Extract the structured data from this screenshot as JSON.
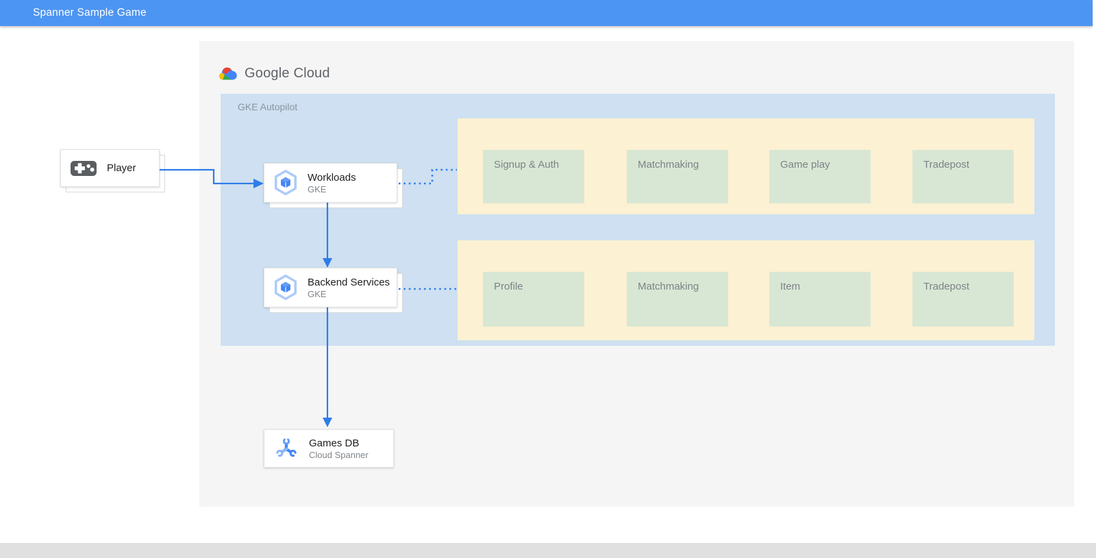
{
  "header": {
    "title": "Spanner Sample Game"
  },
  "logo": {
    "text": "Google Cloud"
  },
  "zone": {
    "label": "GKE Autopilot"
  },
  "nodes": {
    "player": {
      "title": "Player"
    },
    "workloads": {
      "title": "Workloads",
      "subtitle": "GKE"
    },
    "backend_services": {
      "title": "Backend Services",
      "subtitle": "GKE"
    },
    "games_db": {
      "title": "Games DB",
      "subtitle": "Cloud Spanner"
    }
  },
  "service_groups": {
    "workloads_row": {
      "items": [
        "Signup & Auth",
        "Matchmaking",
        "Game play",
        "Tradepost"
      ]
    },
    "backend_row": {
      "items": [
        "Profile",
        "Matchmaking",
        "Item",
        "Tradepost"
      ]
    }
  },
  "icons": {
    "player": "gamepad-icon",
    "workloads": "gke-hexagon-icon",
    "backend_services": "gke-hexagon-icon",
    "games_db": "cloud-spanner-icon",
    "logo": "google-cloud-icon"
  },
  "colors": {
    "header_bg": "#4d95f2",
    "canvas_bg": "#f5f5f5",
    "zone_bg": "#cee0f1",
    "group_bg": "#fcf1d3",
    "service_bg": "#d8e7d4",
    "connector": "#2f7ce8",
    "footer_bg": "#e0e0e0",
    "google_blue": "#4285F4",
    "google_red": "#EA4335",
    "google_yellow": "#FBBC05",
    "google_green": "#34A853"
  }
}
